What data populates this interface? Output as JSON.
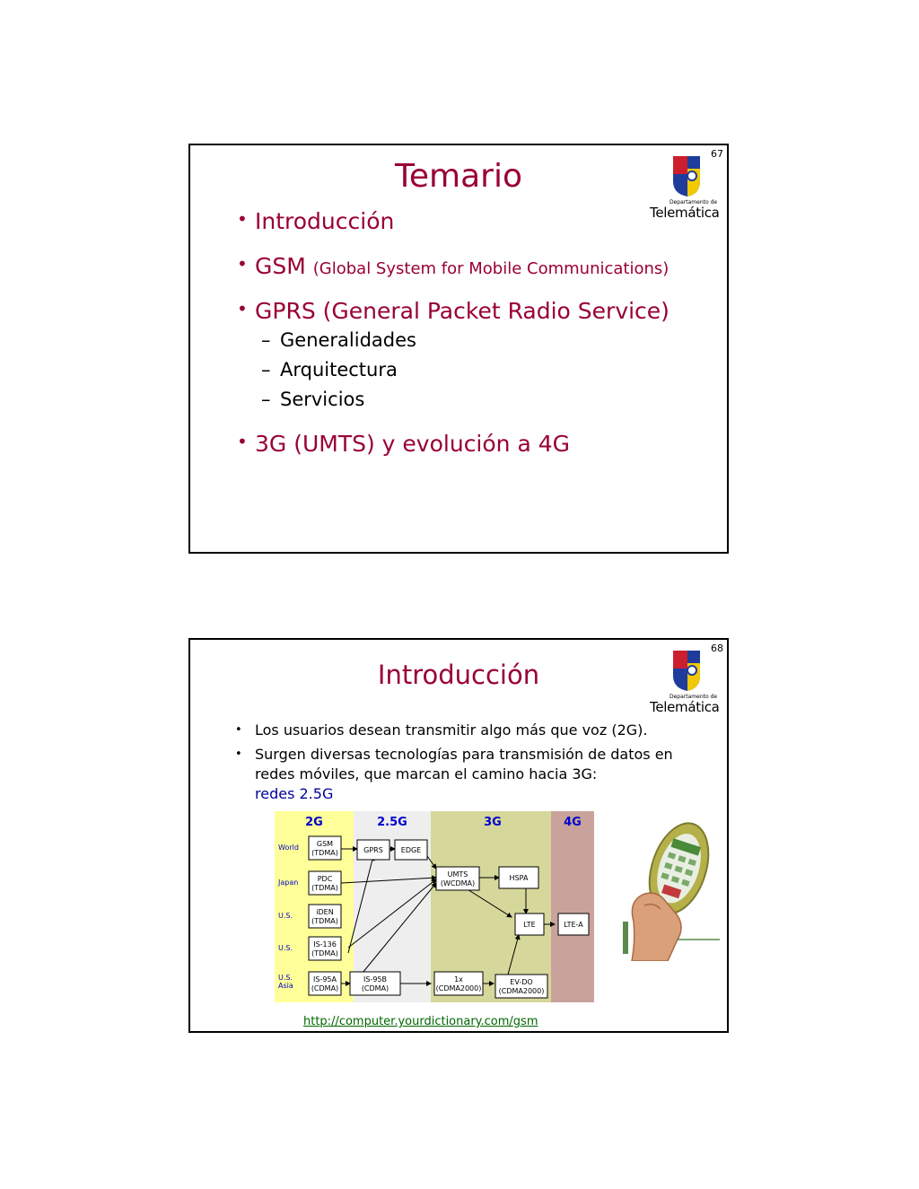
{
  "slide1": {
    "number": "67",
    "title": "Temario",
    "logo": {
      "small_text": "Departamento de",
      "big_text": "Telemática"
    },
    "bullets": [
      {
        "text": "Introducción"
      },
      {
        "text": "GSM",
        "extra": "(Global System for Mobile Communications)"
      },
      {
        "text": "GPRS (General Packet Radio Service)",
        "subitems": [
          "Generalidades",
          "Arquitectura",
          "Servicios"
        ]
      },
      {
        "text": "3G (UMTS) y evolución a 4G"
      }
    ]
  },
  "slide2": {
    "number": "68",
    "title": "Introducción",
    "logo": {
      "small_text": "Departamento de",
      "big_text": "Telemática"
    },
    "bullets": [
      {
        "text": "Los usuarios desean transmitir algo más que voz (2G)."
      },
      {
        "text": "Surgen diversas tecnologías para transmisión de datos en redes móviles, que marcan el camino hacia 3G:",
        "highlight": "redes 2.5G"
      }
    ],
    "diagram": {
      "columns": [
        "2G",
        "2.5G",
        "3G",
        "4G"
      ],
      "rows": [
        "World",
        "Japan",
        "U.S.",
        "U.S.",
        "U.S.",
        "Asia"
      ],
      "boxes": {
        "gsm": [
          "GSM",
          "(TDMA)"
        ],
        "pdc": [
          "PDC",
          "(TDMA)"
        ],
        "iden": [
          "iDEN",
          "(TDMA)"
        ],
        "is136": [
          "IS-136",
          "(TDMA)"
        ],
        "is95a": [
          "IS-95A",
          "(CDMA)"
        ],
        "gprs": [
          "GPRS"
        ],
        "edge": [
          "EDGE"
        ],
        "is95b": [
          "IS-95B",
          "(CDMA)"
        ],
        "umts": [
          "UMTS",
          "(WCDMA)"
        ],
        "hspa": [
          "HSPA"
        ],
        "lte": [
          "LTE"
        ],
        "ltea": [
          "LTE-A"
        ],
        "x1": [
          "1x",
          "(CDMA2000)"
        ],
        "evdo": [
          "EV-DO",
          "(CDMA2000)"
        ]
      }
    },
    "link": "http://computer.yourdictionary.com/gsm"
  },
  "colors": {
    "title": "#990033",
    "highlight": "#000099",
    "link": "#006600",
    "col_2g": "#ffff99",
    "col_25g": "#eeeeee",
    "col_3g": "#d6d79a",
    "col_4g": "#c9a39b",
    "header_text": "#0000cc"
  }
}
